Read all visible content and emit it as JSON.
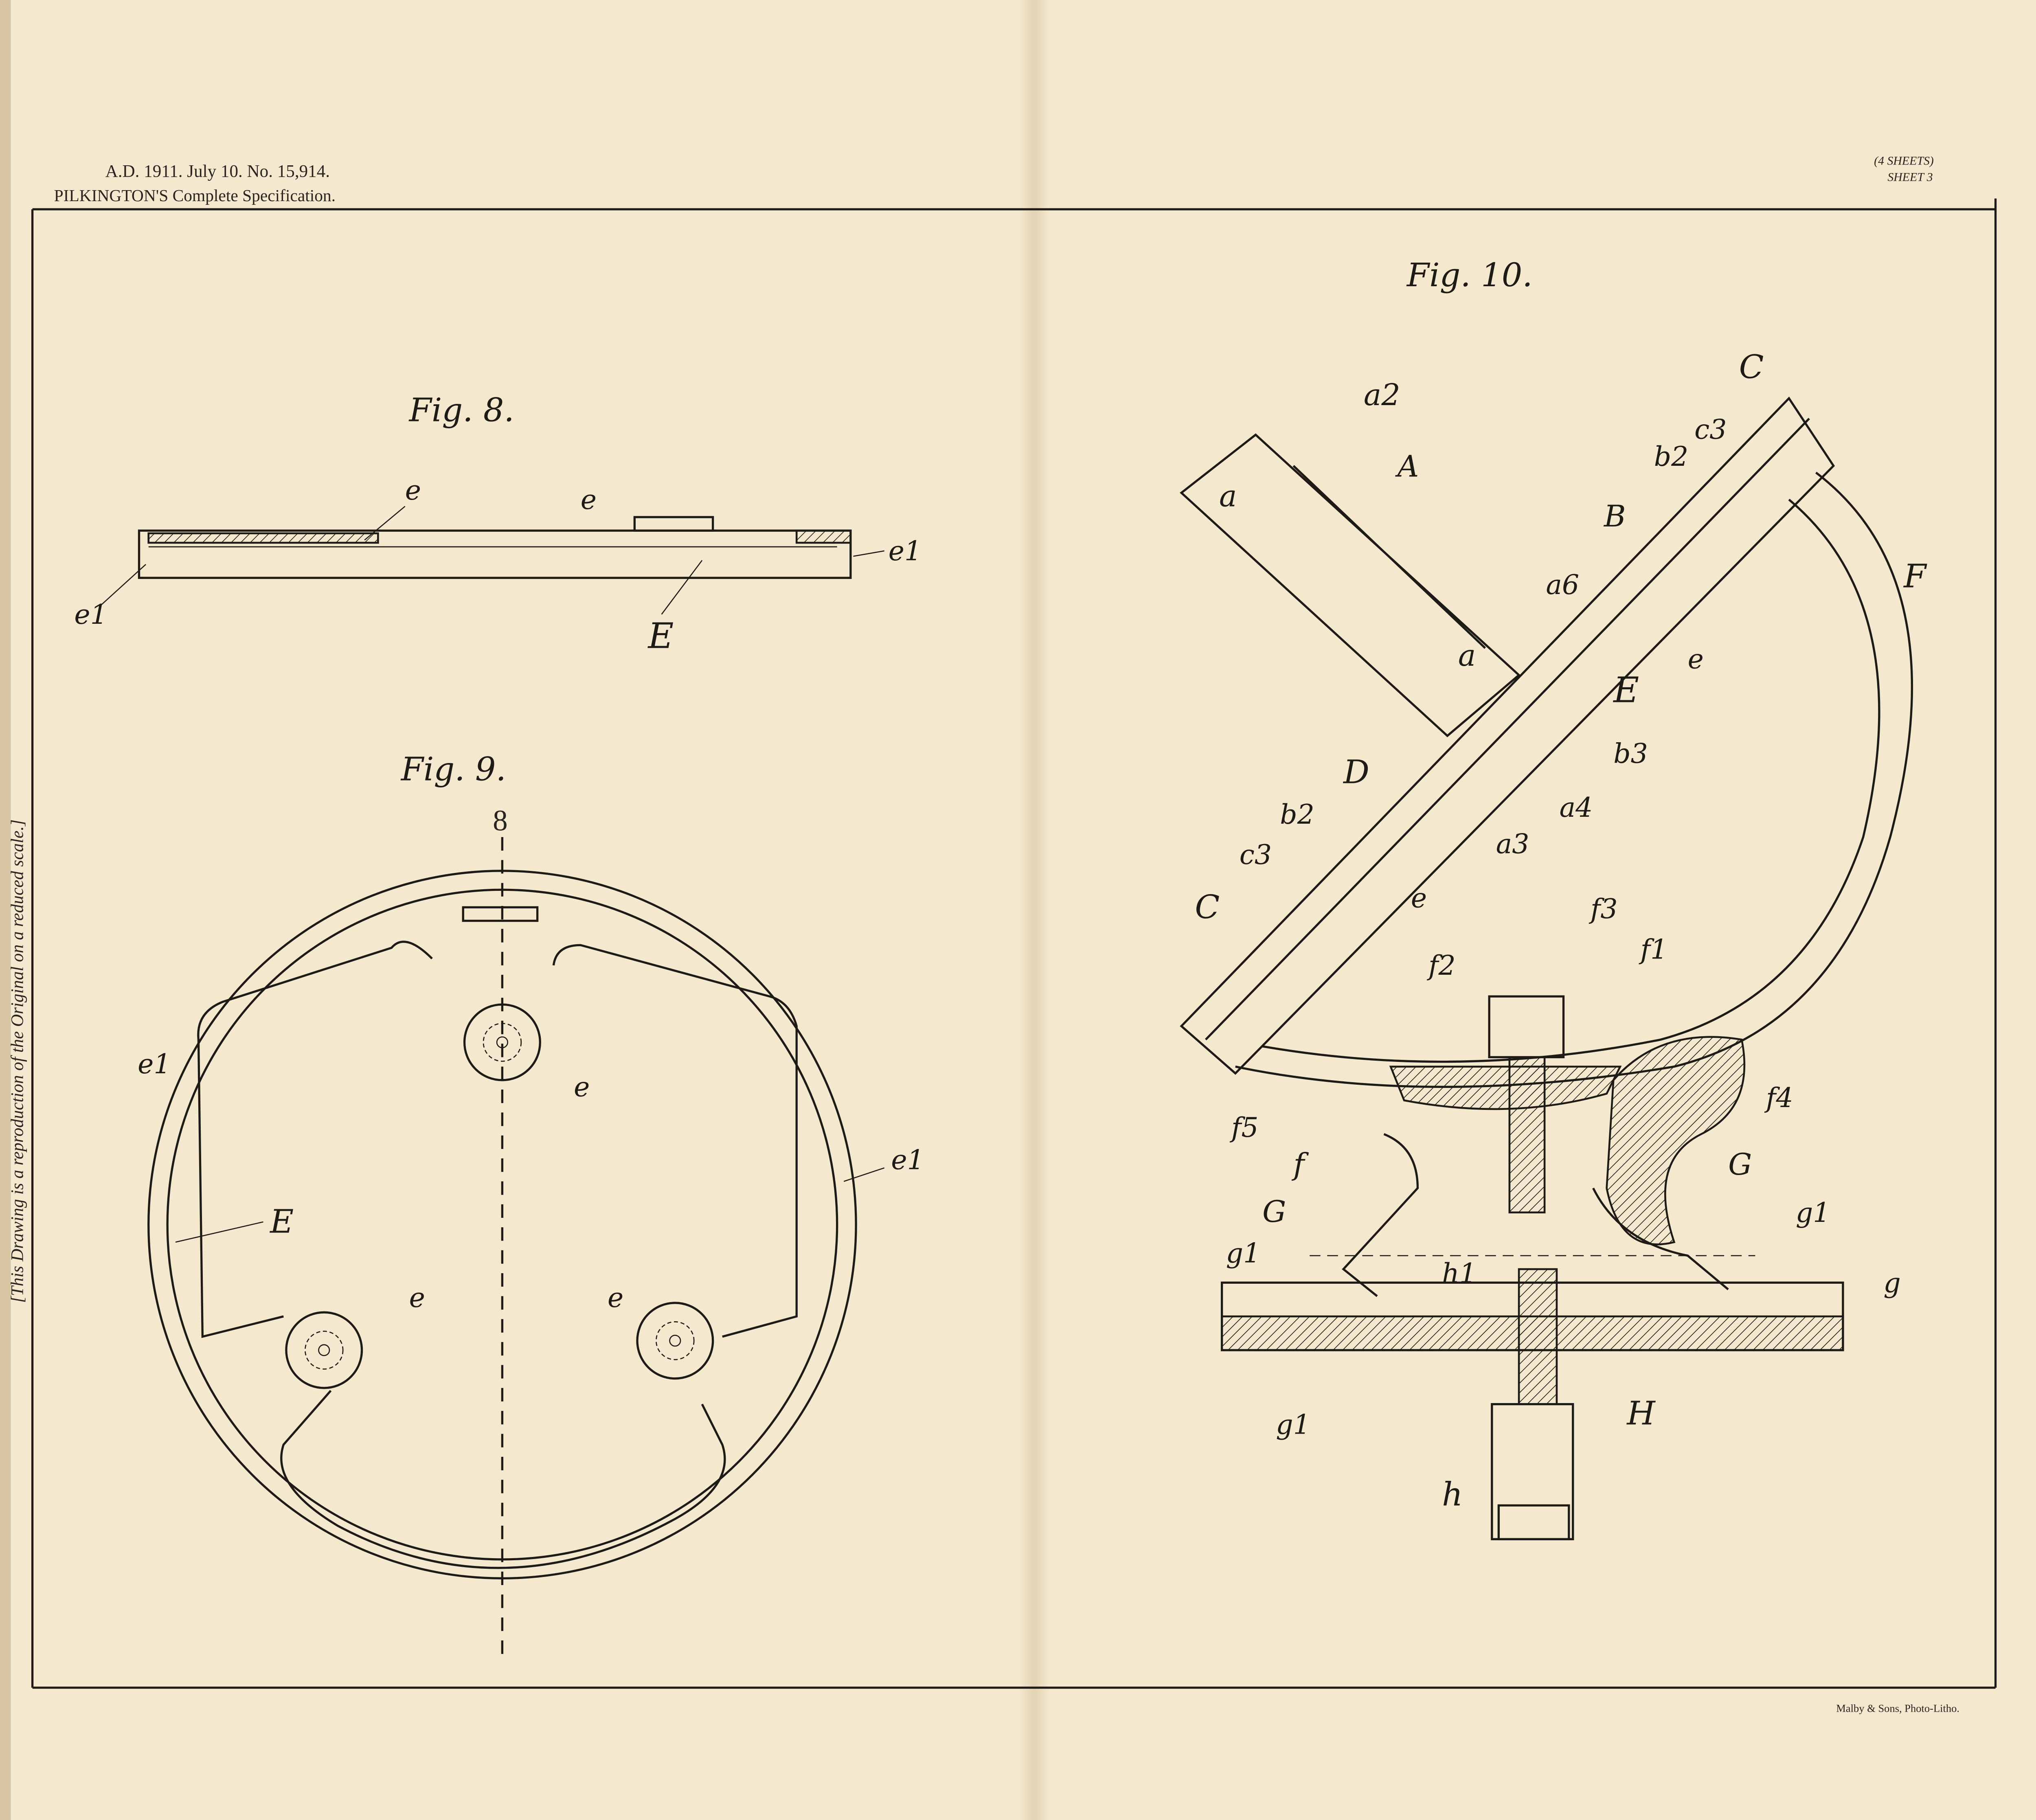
{
  "header": {
    "line1": "A.D. 1911. July 10. No. 15,914.",
    "line2": "PILKINGTON'S Complete Specification.",
    "sheets": "(4 SHEETS)",
    "sheet_number": "SHEET 3"
  },
  "side_note": "[This Drawing is a reproduction of the Original on a reduced scale.]",
  "printer_credit": "Malby & Sons, Photo-Litho.",
  "figures": {
    "fig8": {
      "title": "Fig. 8.",
      "labels": [
        "e",
        "e",
        "e1",
        "e1",
        "E"
      ]
    },
    "fig9": {
      "title": "Fig. 9.",
      "section_mark": "8",
      "labels": [
        "e1",
        "e1",
        "e",
        "e",
        "e",
        "E"
      ]
    },
    "fig10": {
      "title": "Fig. 10.",
      "labels": [
        "a2",
        "A",
        "a",
        "a",
        "C",
        "c3",
        "b2",
        "B",
        "a6",
        "F",
        "e",
        "E",
        "b3",
        "D",
        "a4",
        "a3",
        "c3",
        "b2",
        "C",
        "e",
        "f3",
        "f2",
        "f1",
        "f5",
        "f4",
        "f",
        "G",
        "G",
        "g1",
        "g1",
        "h1",
        "g",
        "g1",
        "H",
        "h"
      ]
    }
  },
  "colors": {
    "paper": "#f4e8cf",
    "ink": "#1e1a16",
    "edge": "#c9b48f"
  }
}
